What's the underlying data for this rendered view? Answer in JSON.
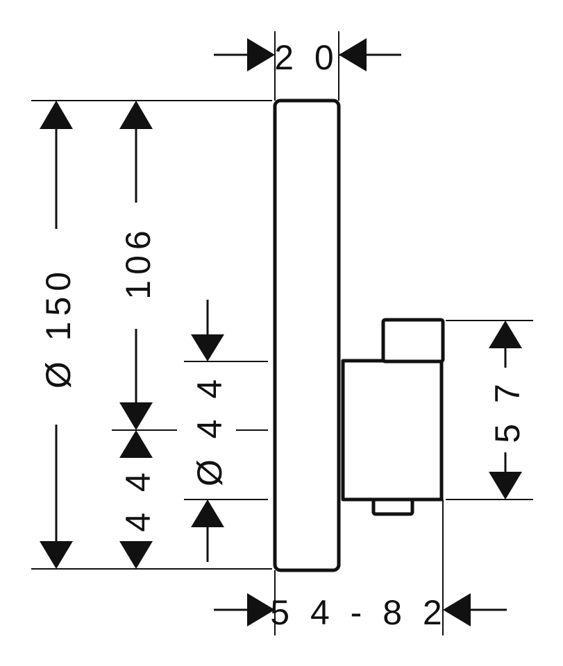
{
  "dimensions": {
    "top_width": "2 0",
    "overall_height": "Ø 150",
    "upper_height": "106",
    "lower_height": "4 4",
    "center_diameter": "Ø 4 4",
    "depth_range": "5 4 - 8 2",
    "body_height": "5 7"
  },
  "colors": {
    "line": "#111111",
    "background": "#ffffff"
  }
}
